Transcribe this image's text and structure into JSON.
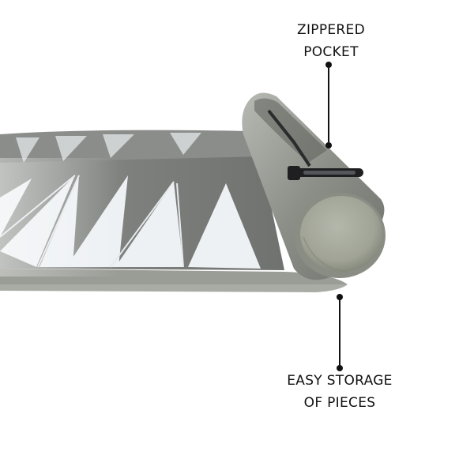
{
  "callouts": {
    "zippered_pocket": {
      "line1": "ZIPPERED",
      "line2": "POCKET"
    },
    "easy_storage": {
      "line1": "EASY STORAGE",
      "line2": "OF PIECES"
    }
  },
  "colors": {
    "background": "#ffffff",
    "board_felt": "#7c7f7c",
    "board_edge": "#9a9c96",
    "triangle_light": "#eef1f4",
    "roll_body": "#8d908a",
    "roll_end_cap": "#a4a79c",
    "zipper": "#1f1f22",
    "callout_line": "#111111"
  }
}
